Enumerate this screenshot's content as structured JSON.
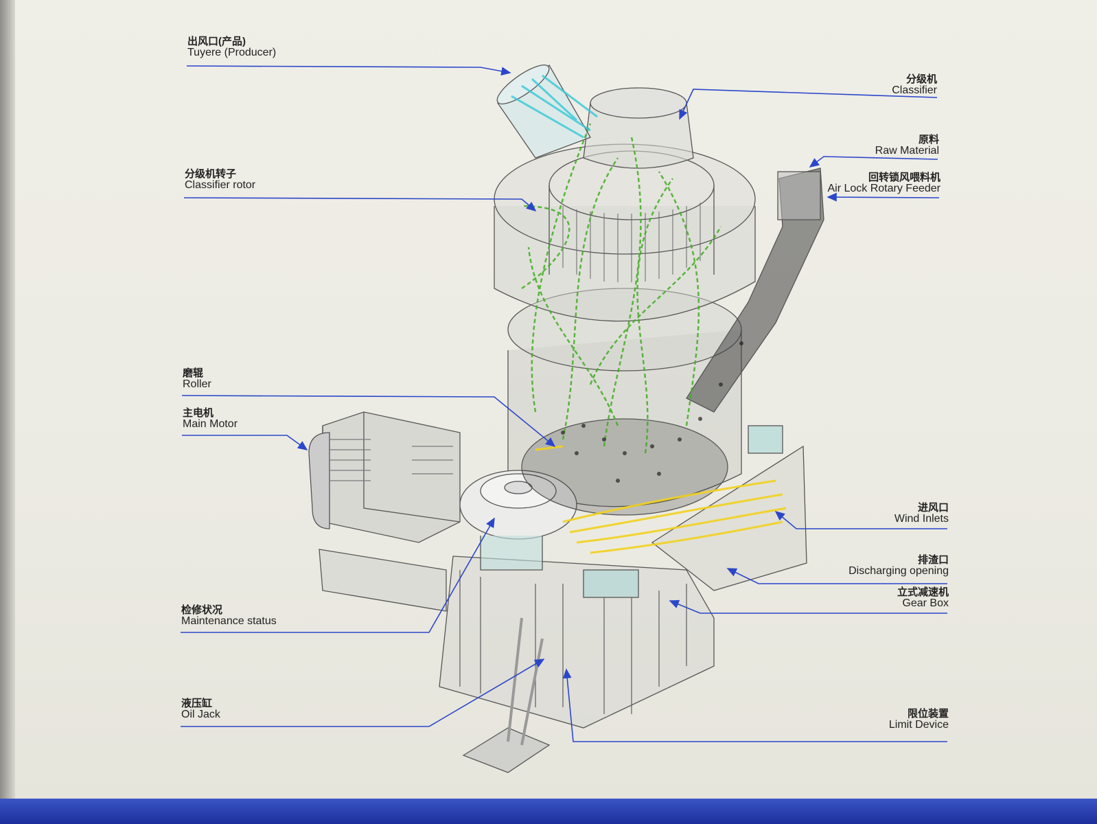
{
  "colors": {
    "leader": "#2b47c9",
    "band": "#2339ac",
    "flow_green": "#3fae1f",
    "flow_yellow": "#f2d21c",
    "flow_cyan": "#35c8d8"
  },
  "labels": {
    "tuyere": {
      "zh": "出风口(产品)",
      "en": "Tuyere (Producer)"
    },
    "classifier": {
      "zh": "分级机",
      "en": "Classifier"
    },
    "raw_material": {
      "zh": "原料",
      "en": "Raw Material"
    },
    "air_lock": {
      "zh": "回转锁风喂料机",
      "en": "Air Lock Rotary Feeder"
    },
    "classifier_rotor": {
      "zh": "分级机转子",
      "en": "Classifier rotor"
    },
    "roller": {
      "zh": "磨辊",
      "en": "Roller"
    },
    "main_motor": {
      "zh": "主电机",
      "en": "Main Motor"
    },
    "wind_inlets": {
      "zh": "进风口",
      "en": "Wind Inlets"
    },
    "discharging": {
      "zh": "排渣口",
      "en": "Discharging opening"
    },
    "gear_box": {
      "zh": "立式减速机",
      "en": "Gear Box"
    },
    "maintenance": {
      "zh": "检修状况",
      "en": "Maintenance status"
    },
    "oil_jack": {
      "zh": "液压缸",
      "en": "Oil Jack"
    },
    "limit_device": {
      "zh": "限位装置",
      "en": "Limit Device"
    }
  }
}
